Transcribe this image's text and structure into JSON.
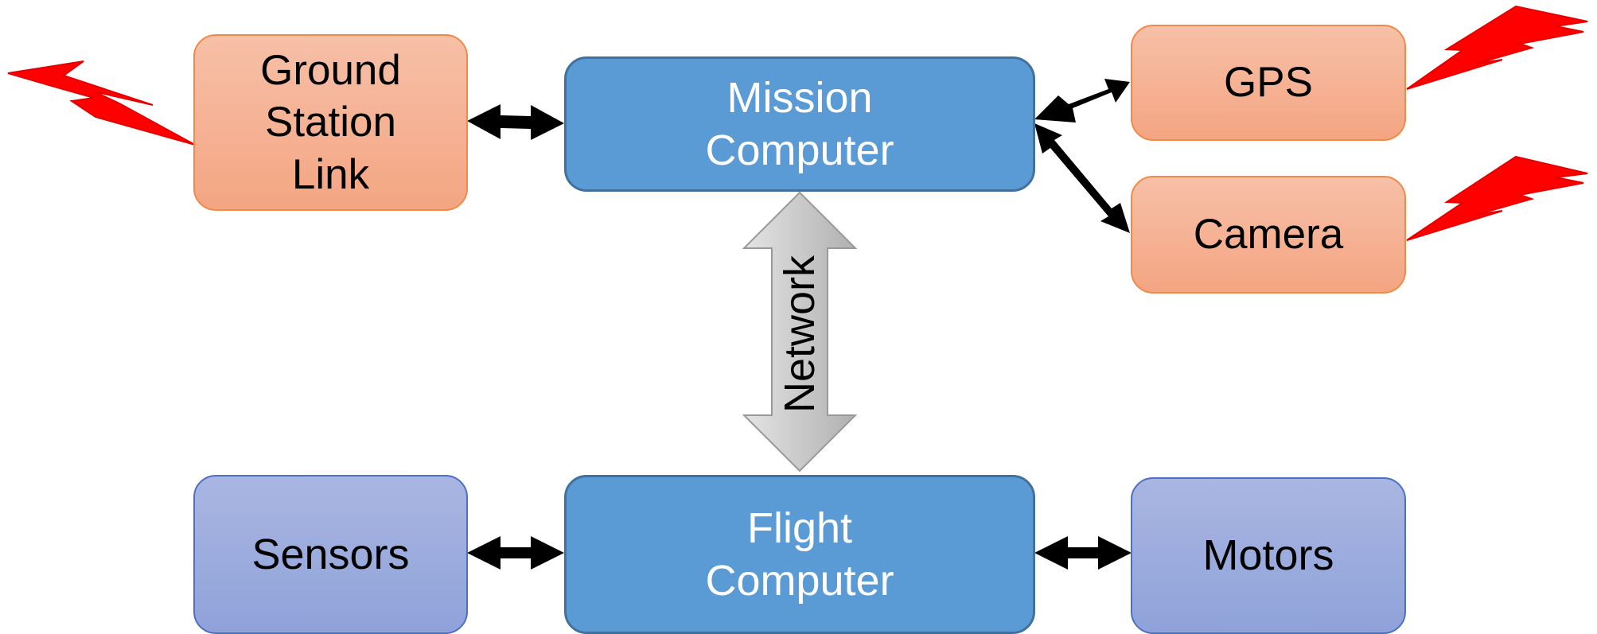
{
  "nodes": {
    "ground_station_link": "Ground\nStation\nLink",
    "mission_computer": "Mission\nComputer",
    "gps": "GPS",
    "camera": "Camera",
    "sensors": "Sensors",
    "flight_computer": "Flight\nComputer",
    "motors": "Motors"
  },
  "network_label": "Network",
  "colors": {
    "wireless_bolt": "#ff0000",
    "connector_arrow": "#000000",
    "network_arrow": "#c8c8c8",
    "computer_box": "#5b9bd5",
    "radio_box": "#f4a582",
    "peripheral_box": "#8fa2d9"
  }
}
